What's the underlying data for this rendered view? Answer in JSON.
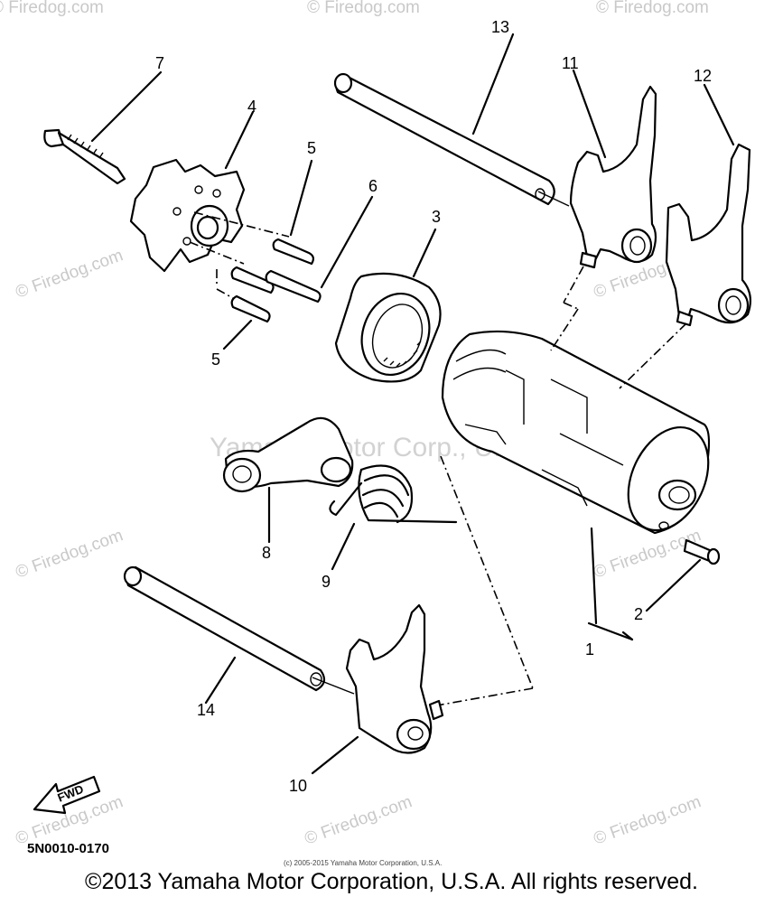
{
  "diagram": {
    "part_labels": {
      "p1": "1",
      "p2": "2",
      "p3": "3",
      "p4": "4",
      "p5a": "5",
      "p5b": "5",
      "p6": "6",
      "p7": "7",
      "p8": "8",
      "p9": "9",
      "p10": "10",
      "p11": "11",
      "p12": "12",
      "p13": "13",
      "p14": "14"
    },
    "fwd_label": "FWD",
    "diagram_code": "5N0010-0170",
    "watermark": "© Firedog.com",
    "center_watermark": "Yamaha Motor Corp., U.S.A.",
    "small_copyright": "(c) 2005-2015 Yamaha Motor Corporation, U.S.A."
  },
  "footer": {
    "copyright": "©2013 Yamaha Motor Corporation, U.S.A. All rights reserved."
  }
}
